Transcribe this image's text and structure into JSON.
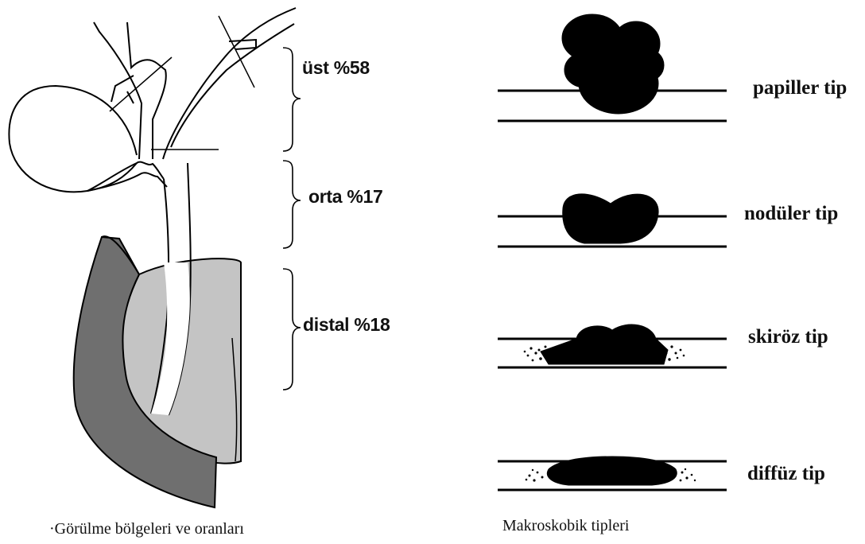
{
  "left_panel": {
    "regions": [
      {
        "label": "üst %58"
      },
      {
        "label": "orta %17"
      },
      {
        "label": "distal %18"
      }
    ],
    "caption": "·Görülme bölgeleri ve oranları"
  },
  "right_panel": {
    "types": [
      {
        "label": "papiller tip"
      },
      {
        "label": "nodüler tip"
      },
      {
        "label": "skiröz tip"
      },
      {
        "label": "diffüz tip"
      }
    ],
    "caption": "Makroskobik tipleri"
  },
  "colors": {
    "ink": "#000000",
    "duodenum_outer": "#6f6f6f",
    "pancreas": "#c4c4c4",
    "background": "#ffffff"
  }
}
